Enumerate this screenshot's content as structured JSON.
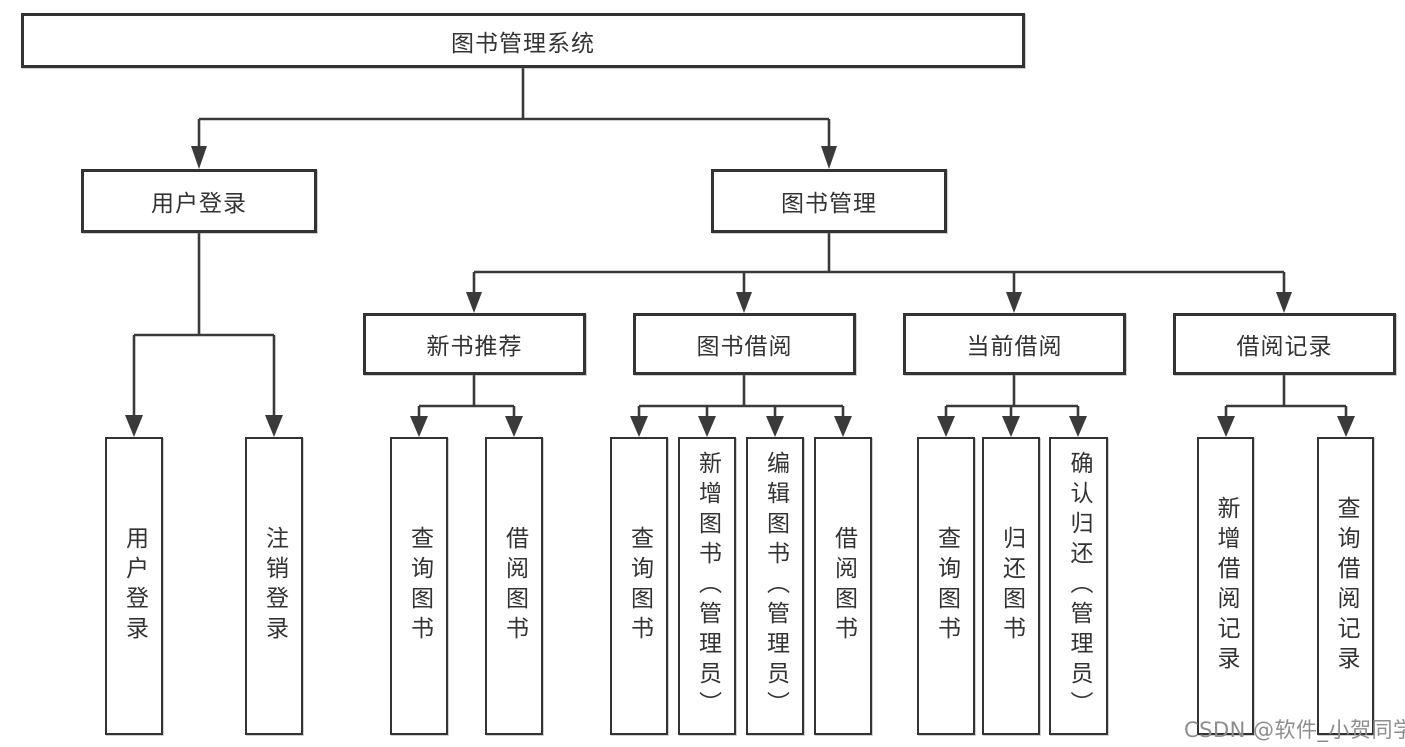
{
  "diagram_type": "hierarchy-tree",
  "tree": {
    "label": "图书管理系统",
    "children": [
      {
        "label": "用户登录",
        "children": [
          {
            "label": "用户登录"
          },
          {
            "label": "注销登录"
          }
        ]
      },
      {
        "label": "图书管理",
        "children": [
          {
            "label": "新书推荐",
            "children": [
              {
                "label": "查询图书"
              },
              {
                "label": "借阅图书"
              }
            ]
          },
          {
            "label": "图书借阅",
            "children": [
              {
                "label": "查询图书"
              },
              {
                "label": "新增图书（管理员）"
              },
              {
                "label": "编辑图书（管理员）"
              },
              {
                "label": "借阅图书"
              }
            ]
          },
          {
            "label": "当前借阅",
            "children": [
              {
                "label": "查询图书"
              },
              {
                "label": "归还图书"
              },
              {
                "label": "确认归还（管理员）"
              }
            ]
          },
          {
            "label": "借阅记录",
            "children": [
              {
                "label": "新增借阅记录"
              },
              {
                "label": "查询借阅记录"
              }
            ]
          }
        ]
      }
    ]
  },
  "watermark": {
    "text": "CSDN @软件_小贺同学"
  },
  "colors": {
    "background": "#ffffff",
    "box_border": "#333333",
    "box_fill": "#ffffff",
    "text": "#333333",
    "connector_line": "#3a3a3a",
    "watermark": "#8e8e8e"
  }
}
